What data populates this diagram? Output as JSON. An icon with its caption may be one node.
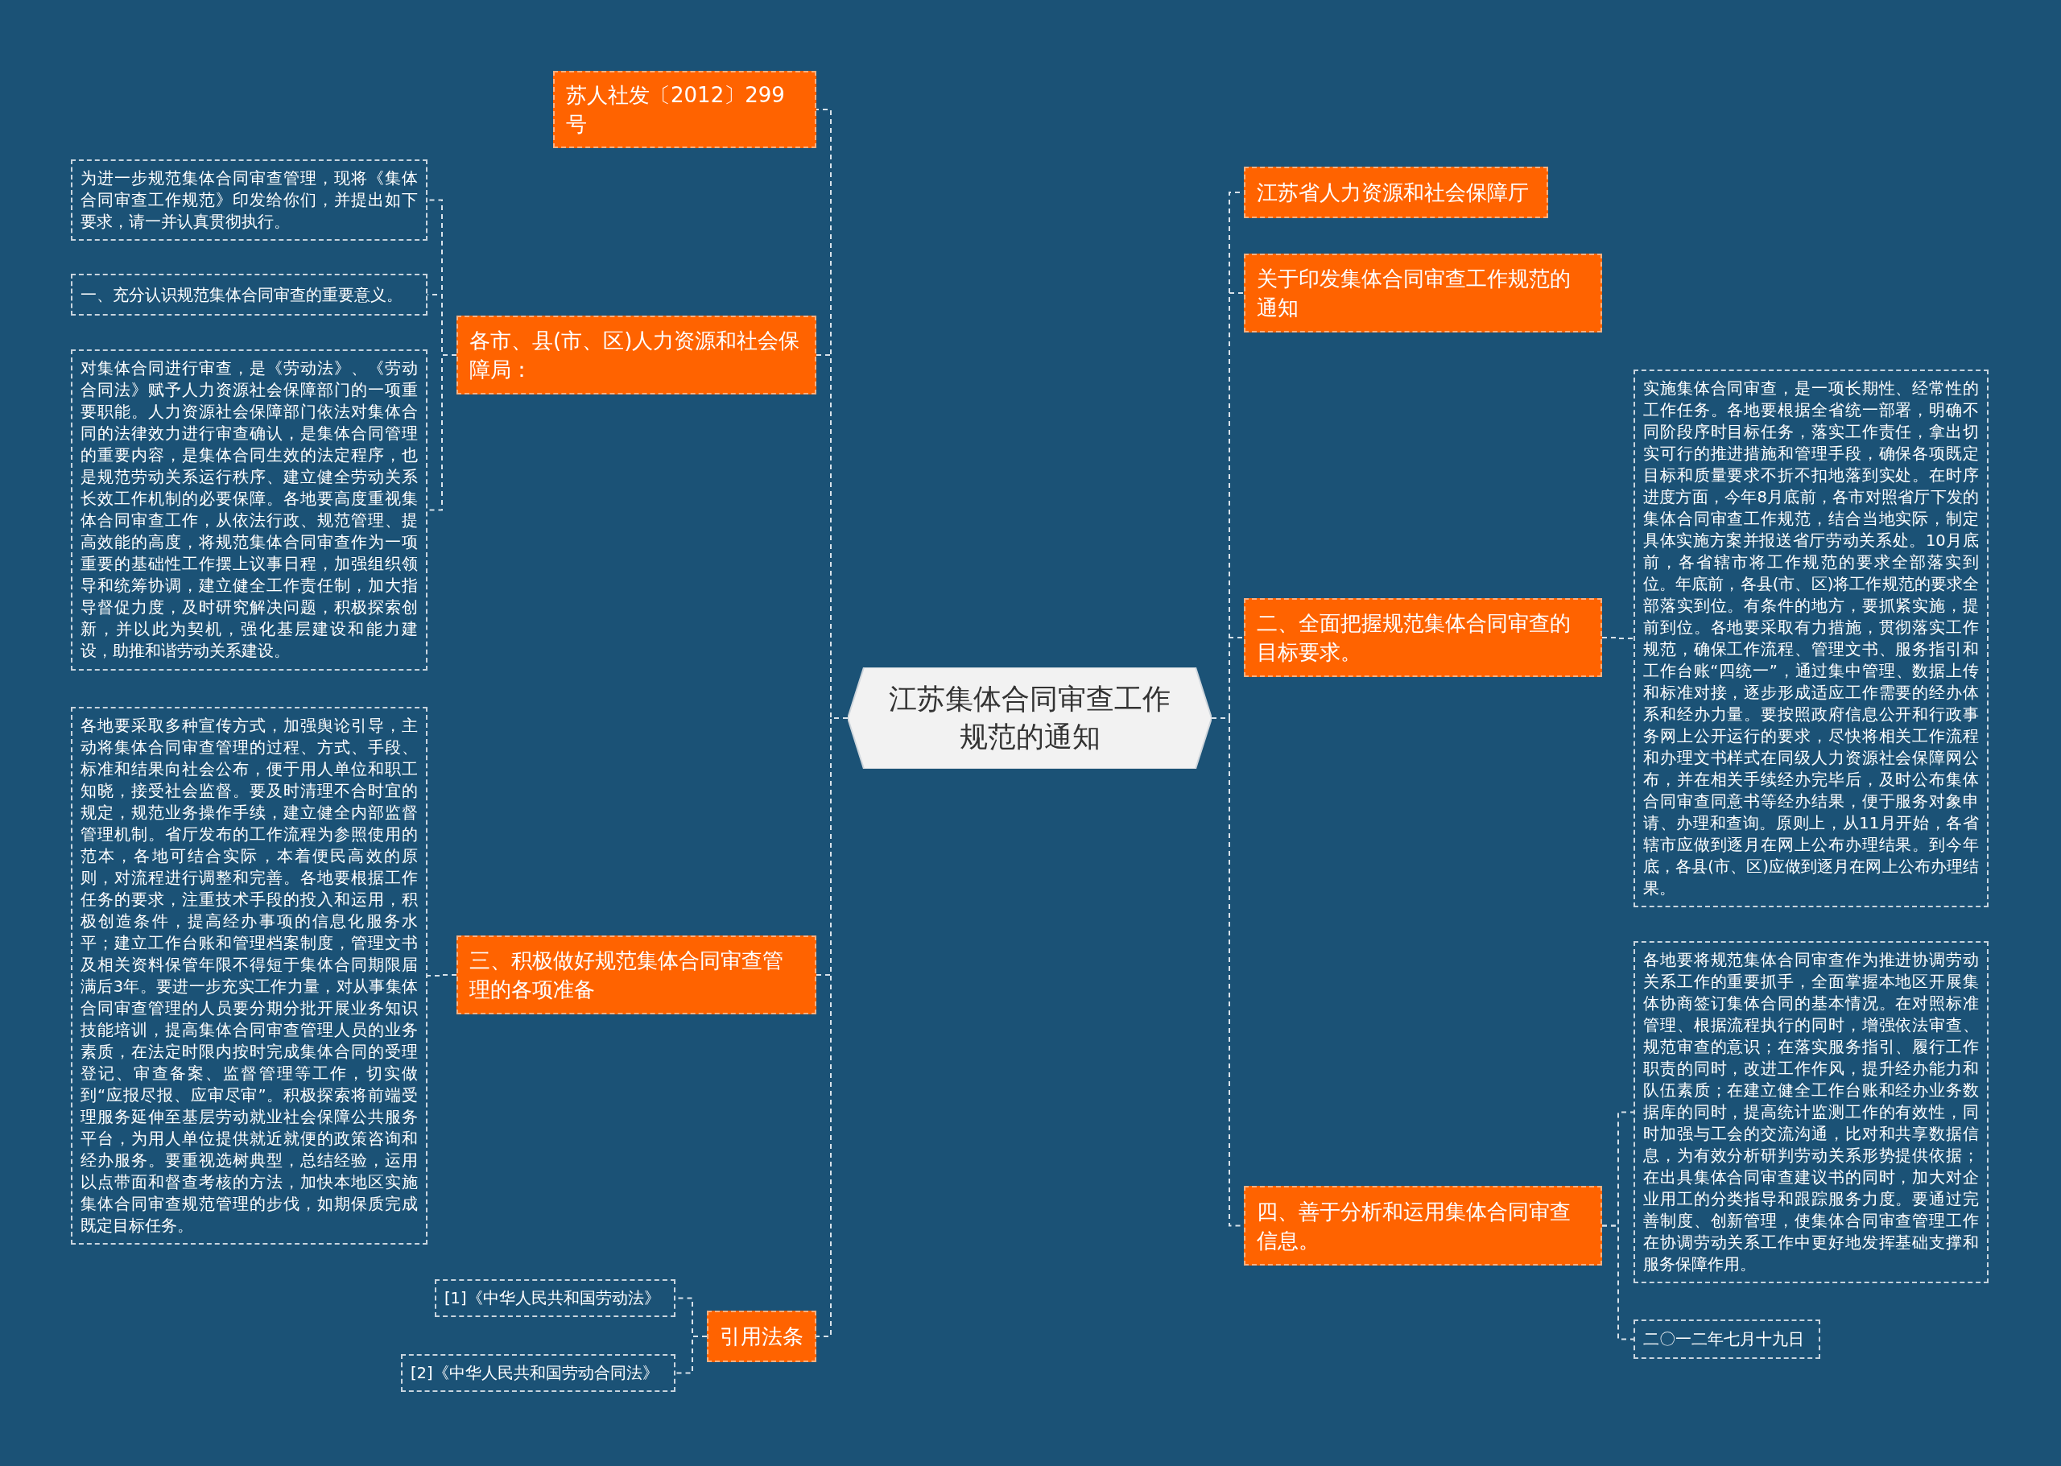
{
  "diagram": {
    "nodes": [
      {
        "text": [
          "江苏集体合同审查工作规范的通知"
        ]
      },
      {
        "text": [
          "苏人社发〔2012〕299号"
        ]
      },
      {
        "text": [
          "各市、县(市、区)人力资源和社会保障局："
        ]
      },
      {
        "text": [
          "三、积极做好规范集体合同审查管理的各项准备"
        ]
      },
      {
        "text": [
          "引用法条"
        ]
      },
      {
        "text": [
          "为进一步规范集体合同审查管理，现将《集体合同审查工作规范》印发给你们，并提出如下要求，请一并认真贯彻执行。"
        ]
      },
      {
        "text": [
          "一、充分认识规范集体合同审查的重要意义。"
        ]
      },
      {
        "text": [
          "对集体合同进行审查，是《劳动法》、《劳动合同法》赋予人力资源社会保障部门的一项重要职能。人力资源社会保障部门依法对集体合同的法律效力进行审查确认，是集体合同管理的重要内容，是集体合同生效的法定程序，也是规范劳动关系运行秩序、建立健全劳动关系长效工作机制的必要保障。各地要高度重视集体合同审查工作，从依法行政、规范管理、提高效能的高度，将规范集体合同审查作为一项重要的基础性工作摆上议事日程，加强组织领导和统筹协调，建立健全工作责任制，加大指导督促力度，及时研究解决问题，积极探索创新，并以此为契机，强化基层建设和能力建设，助推和谐劳动关系建设。"
        ]
      },
      {
        "text": [
          "各地要采取多种宣传方式，加强舆论引导，主动将集体合同审查管理的过程、方式、手段、标准和结果向社会公布，便于用人单位和职工知晓，接受社会监督。要及时清理不合时宜的规定，规范业务操作手续，建立健全内部监督管理机制。省厅发布的工作流程为参照使用的范本，各地可结合实际，本着便民高效的原则，对流程进行调整和完善。各地要根据工作任务的要求，注重技术手段的投入和运用，积极创造条件，提高经办事项的信息化服务水平；建立工作台账和管理档案制度，管理文书及相关资料保管年限不得短于集体合同期限届满后3年。要进一步充实工作力量，对从事集体合同审查管理的人员要分期分批开展业务知识技能培训，提高集体合同审查管理人员的业务素质，在法定时限内按时完成集体合同的受理登记、审查备案、监督管理等工作，切实做到“应报尽报、应审尽审”。积极探索将前端受理服务延伸至基层劳动就业社会保障公共服务平台，为用人单位提供就近就便的政策咨询和经办服务。要重视选树典型，总结经验，运用以点带面和督查考核的方法，加快本地区实施集体合同审查规范管理的步伐，如期保质完成既定目标任务。"
        ]
      },
      {
        "text": [
          "[1]《中华人民共和国劳动法》"
        ]
      },
      {
        "text": [
          "[2]《中华人民共和国劳动合同法》"
        ]
      },
      {
        "text": [
          "江苏省人力资源和社会保障厅"
        ]
      },
      {
        "text": [
          "关于印发集体合同审查工作规范的通知"
        ]
      },
      {
        "text": [
          "二、全面把握规范集体合同审查的目标要求。"
        ]
      },
      {
        "text": [
          "实施集体合同审查，是一项长期性、经常性的工作任务。各地要根据全省统一部署，明确不同阶段序时目标任务，落实工作责任，拿出切实可行的推进措施和管理手段，确保各项既定目标和质量要求不折不扣地落到实处。在时序进度方面，今年8月底前，各市对照省厅下发的集体合同审查工作规范，结合当地实际，制定具体实施方案并报送省厅劳动关系处。10月底前，各省辖市将工作规范的要求全部落实到位。年底前，各县(市、区)将工作规范的要求全部落实到位。有条件的地方，要抓紧实施，提前到位。各地要采取有力措施，贯彻落实工作规范，确保工作流程、管理文书、服务指引和工作台账“四统一”，通过集中管理、数据上传和标准对接，逐步形成适应工作需要的经办体系和经办力量。要按照政府信息公开和行政事务网上公开运行的要求，尽快将相关工作流程和办理文书样式在同级人力资源社会保障网公布，并在相关手续经办完毕后，及时公布集体合同审查同意书等经办结果，便于服务对象申请、办理和查询。原则上，从11月开始，各省辖市应做到逐月在网上公布办理结果。到今年底，各县(市、区)应做到逐月在网上公布办理结果。"
        ]
      },
      {
        "text": [
          "四、善于分析和运用集体合同审查信息。"
        ]
      },
      {
        "text": [
          "各地要将规范集体合同审查作为推进协调劳动关系工作的重要抓手，全面掌握本地区开展集体协商签订集体合同的基本情况。在对照标准管理、根据流程执行的同时，增强依法审查、规范审查的意识；在落实服务指引、履行工作职责的同时，改进工作作风，提升经办能力和队伍素质；在建立健全工作台账和经办业务数据库的同时，提高统计监测工作的有效性，同时加强与工会的交流沟通，比对和共享数据信息，为有效分析研判劳动关系形势提供依据；在出具集体合同审查建议书的同时，加大对企业用工的分类指导和跟踪服务力度。要通过完善制度、创新管理，使集体合同审查管理工作在协调劳动关系工作中更好地发挥基础支撑和服务保障作用。"
        ]
      },
      {
        "text": [
          "二〇一二年七月十九日"
        ]
      }
    ],
    "edges": [
      {
        "from": 0,
        "to": 1,
        "arrow": "none"
      },
      {
        "from": 0,
        "to": 2,
        "arrow": "none"
      },
      {
        "from": 0,
        "to": 3,
        "arrow": "none"
      },
      {
        "from": 0,
        "to": 4,
        "arrow": "none"
      },
      {
        "from": 2,
        "to": 5,
        "arrow": "none"
      },
      {
        "from": 2,
        "to": 6,
        "arrow": "none"
      },
      {
        "from": 2,
        "to": 7,
        "arrow": "none"
      },
      {
        "from": 3,
        "to": 8,
        "arrow": "none"
      },
      {
        "from": 4,
        "to": 9,
        "arrow": "none"
      },
      {
        "from": 4,
        "to": 10,
        "arrow": "none"
      },
      {
        "from": 0,
        "to": 11,
        "arrow": "none"
      },
      {
        "from": 0,
        "to": 12,
        "arrow": "none"
      },
      {
        "from": 0,
        "to": 13,
        "arrow": "none"
      },
      {
        "from": 0,
        "to": 15,
        "arrow": "none"
      },
      {
        "from": 13,
        "to": 14,
        "arrow": "none"
      },
      {
        "from": 15,
        "to": 16,
        "arrow": "none"
      },
      {
        "from": 15,
        "to": 17,
        "arrow": "none"
      }
    ]
  }
}
